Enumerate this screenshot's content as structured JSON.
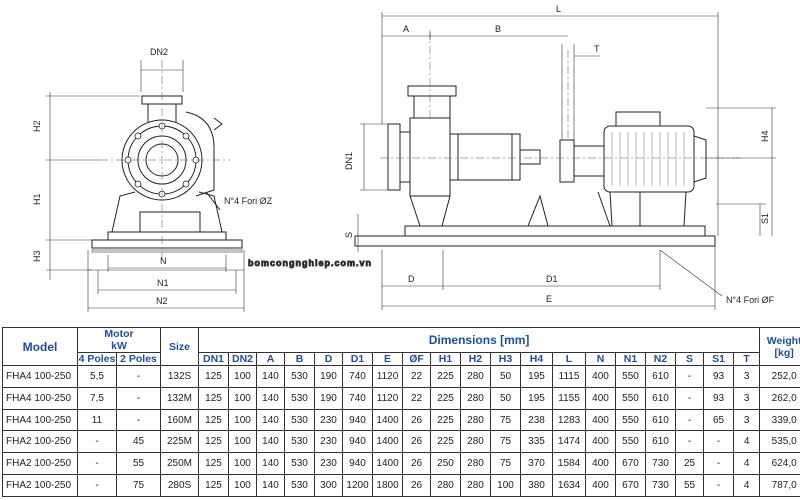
{
  "drawing": {
    "labels": {
      "DN2": "DN2",
      "H2": "H2",
      "H1": "H1",
      "H3": "H3",
      "N": "N",
      "N1": "N1",
      "N2": "N2",
      "holes_left": "N°4 Fori ØZ",
      "L": "L",
      "A": "A",
      "B": "B",
      "T": "T",
      "DN1": "DN1",
      "H4": "H4",
      "S1": "S1",
      "S": "S",
      "D": "D",
      "D1": "D1",
      "E": "E",
      "holes_right": "N°4 Fori ØF"
    },
    "watermark": "bomcongnghiep.com.vn"
  },
  "table": {
    "head": {
      "model": "Model",
      "motor": "Motor",
      "kw": "kW",
      "poles4": "4 Poles",
      "poles2": "2 Poles",
      "size": "Size",
      "dimensions": "Dimensions [mm]",
      "weight": "Weight",
      "weight_unit": "[kg]",
      "dims": [
        "DN1",
        "DN2",
        "A",
        "B",
        "D",
        "D1",
        "E",
        "ØF",
        "H1",
        "H2",
        "H3",
        "H4",
        "L",
        "N",
        "N1",
        "N2",
        "S",
        "S1",
        "T"
      ]
    },
    "rows": [
      [
        "FHA4 100-250",
        "5,5",
        "-",
        "132S",
        "125",
        "100",
        "140",
        "530",
        "190",
        "740",
        "1120",
        "22",
        "225",
        "280",
        "50",
        "195",
        "1115",
        "400",
        "550",
        "610",
        "-",
        "93",
        "3",
        "252,0"
      ],
      [
        "FHA4 100-250",
        "7,5",
        "-",
        "132M",
        "125",
        "100",
        "140",
        "530",
        "190",
        "740",
        "1120",
        "22",
        "225",
        "280",
        "50",
        "195",
        "1155",
        "400",
        "550",
        "610",
        "-",
        "93",
        "3",
        "262,0"
      ],
      [
        "FHA4 100-250",
        "11",
        "-",
        "160M",
        "125",
        "100",
        "140",
        "530",
        "230",
        "940",
        "1400",
        "26",
        "225",
        "280",
        "75",
        "238",
        "1283",
        "400",
        "550",
        "610",
        "-",
        "65",
        "3",
        "339,0"
      ],
      [
        "FHA2 100-250",
        "-",
        "45",
        "225M",
        "125",
        "100",
        "140",
        "530",
        "230",
        "940",
        "1400",
        "26",
        "225",
        "280",
        "75",
        "335",
        "1474",
        "400",
        "550",
        "610",
        "-",
        "-",
        "4",
        "535,0"
      ],
      [
        "FHA2 100-250",
        "-",
        "55",
        "250M",
        "125",
        "100",
        "140",
        "530",
        "230",
        "940",
        "1400",
        "26",
        "250",
        "280",
        "75",
        "370",
        "1584",
        "400",
        "670",
        "730",
        "25",
        "-",
        "4",
        "624,0"
      ],
      [
        "FHA2 100-250",
        "-",
        "75",
        "280S",
        "125",
        "100",
        "140",
        "530",
        "300",
        "1200",
        "1800",
        "26",
        "280",
        "280",
        "100",
        "380",
        "1634",
        "400",
        "670",
        "730",
        "55",
        "-",
        "4",
        "787,0"
      ]
    ]
  }
}
